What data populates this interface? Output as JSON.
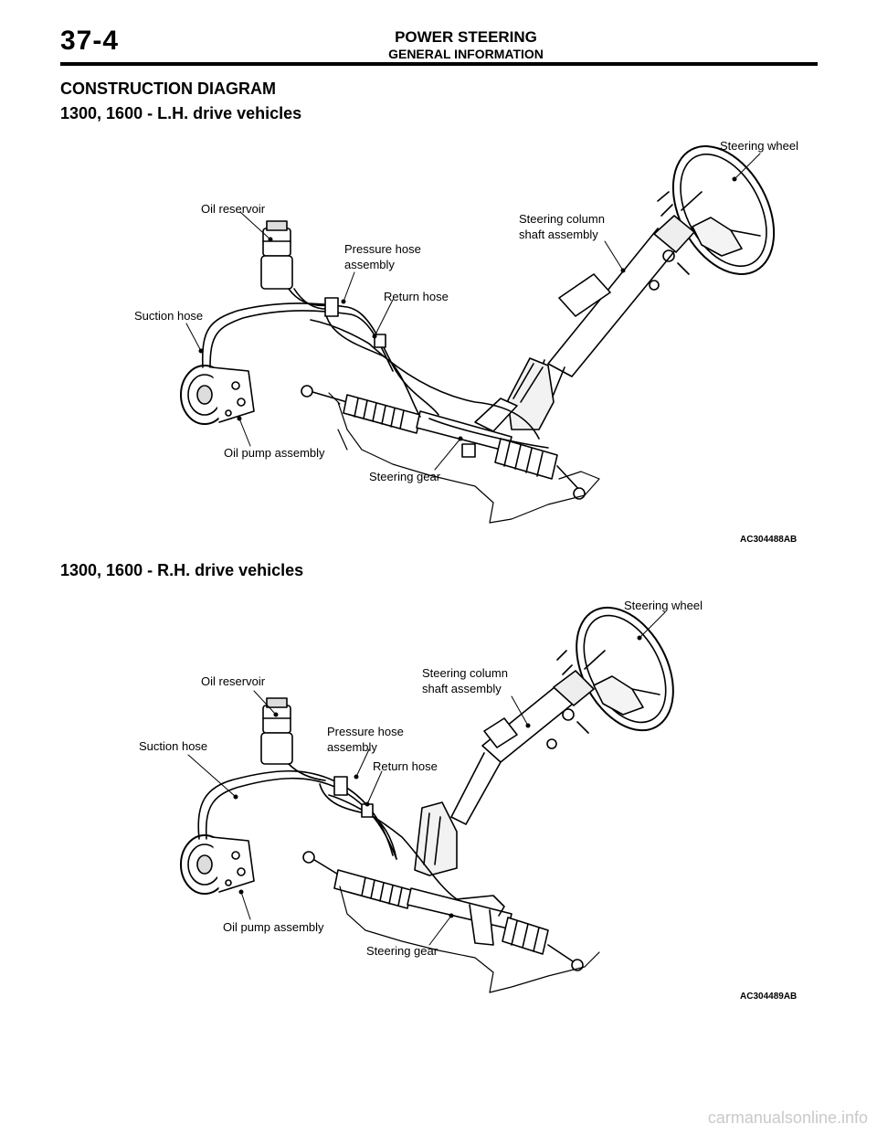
{
  "header": {
    "page_number": "37-4",
    "section": "POWER STEERING",
    "subsection": "GENERAL INFORMATION"
  },
  "heading": "CONSTRUCTION DIAGRAM",
  "figures": [
    {
      "subheading": "1300, 1600 - L.H. drive vehicles",
      "figure_id": "AC304488AB",
      "labels": {
        "steering_wheel": "Steering wheel",
        "oil_reservoir": "Oil reservoir",
        "steering_column_line1": "Steering column",
        "steering_column_line2": "shaft assembly",
        "pressure_hose_line1": "Pressure hose",
        "pressure_hose_line2": "assembly",
        "return_hose": "Return hose",
        "suction_hose": "Suction hose",
        "oil_pump": "Oil pump assembly",
        "steering_gear": "Steering gear"
      }
    },
    {
      "subheading": "1300, 1600 - R.H. drive vehicles",
      "figure_id": "AC304489AB",
      "labels": {
        "steering_wheel": "Steering wheel",
        "oil_reservoir": "Oil reservoir",
        "steering_column_line1": "Steering column",
        "steering_column_line2": "shaft assembly",
        "pressure_hose_line1": "Pressure hose",
        "pressure_hose_line2": "assembly",
        "return_hose": "Return hose",
        "suction_hose": "Suction hose",
        "oil_pump": "Oil pump assembly",
        "steering_gear": "Steering gear"
      }
    }
  ],
  "footer": "carmanualsonline.info"
}
